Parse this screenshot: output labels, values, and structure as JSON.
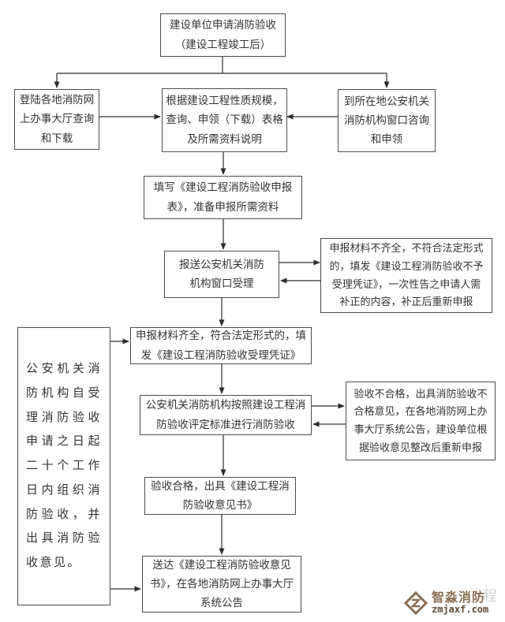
{
  "flowchart": {
    "nodes": {
      "start": "建设单位申请消防验收\n（建设工程竣工后）",
      "web": "登陆各地消防网\n上办事大厅查询\n和下载",
      "forms": "根据建设工程性质规模，\n查询、申领（下载）表格\n及所需资料说明",
      "counter": "到所在地公安机关\n消防机构窗口咨询\n和申领",
      "fill": "填写《建设工程消防验收申报\n表》，准备申报所需资料",
      "submit": "报送公安机关消防\n机构窗口受理",
      "reject": "申报材料不齐全，不符合法定形式\n的，填发《建设工程消防验收不予\n受理凭证》，一次性告之申请人需\n补正的内容，补正后重新申报",
      "accept": "申报材料齐全，符合法定形式的，填\n发《建设工程消防验收受理凭证》",
      "inspect": "公安机关消防机构按照建设工程消\n防验收评定标准进行消防验收",
      "fail": "验收不合格，出具消防验收不\n合格意见，在各地消防网上办\n事大厅系统公告，建设单位根\n据验收意见整改后重新申报",
      "pass": "验收合格，出具《建设工程消\n防验收意见书》",
      "deliver": "送达《建设工程消防验收意见\n书》，在各地消防网上办事大厅\n系统公告",
      "note": "公安机关消防机构自受理消防验收申请之日起二十个工作日内组织消防验收，并出具消防验收意见。"
    },
    "line_color": "#2e2e2e",
    "box_border_color": "#4d4d4d"
  },
  "watermark": {
    "brand": "智淼消防",
    "url": "zmjaxf.com",
    "ghost_text": "程",
    "brand_color": "#8a6f55"
  }
}
